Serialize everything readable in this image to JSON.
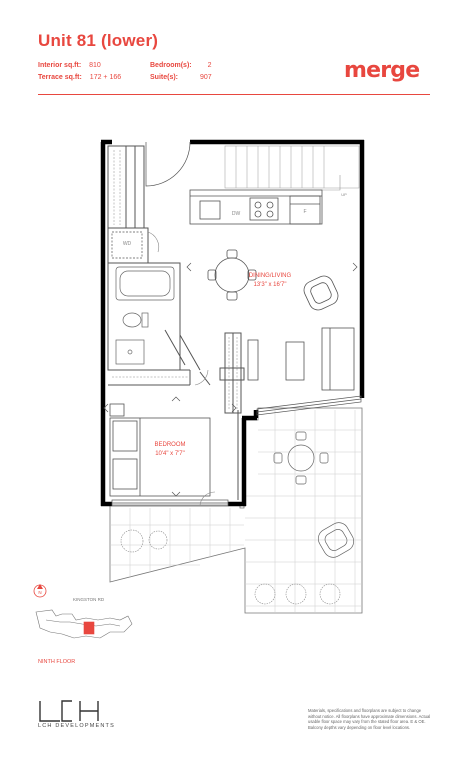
{
  "header": {
    "title": "Unit 81 (lower)",
    "interior_label": "Interior sq.ft:",
    "interior_value": "810",
    "terrace_label": "Terrace sq.ft:",
    "terrace_value": "172 + 166",
    "bedrooms_label": "Bedroom(s):",
    "bedrooms_value": "2",
    "suites_label": "Suite(s):",
    "suites_value": "907",
    "brand": "merge"
  },
  "plan": {
    "living_name": "DINING/LIVING",
    "living_dims": "13'3\" x 16'7\"",
    "bedroom_name": "BEDROOM",
    "bedroom_dims": "10'4\" x 7'7\"",
    "wd_label": "WD",
    "dw_label": "DW",
    "fridge_label": "F",
    "up_label": "UP"
  },
  "keyplan": {
    "road": "KINGSTON RD",
    "north": "N",
    "floor": "NINTH FLOOR"
  },
  "footer": {
    "developer": "LCH DEVELOPMENTS",
    "disclaimer": "Materials, specifications and floorplans are subject to change without notice. All floorplans have approximate dimensions. Actual usable floor space may vary from the stated floor area. E & OE. Balcony depths vary depending on floor level locations."
  },
  "colors": {
    "accent": "#e8473f",
    "wall": "#000000",
    "line": "#555555"
  }
}
